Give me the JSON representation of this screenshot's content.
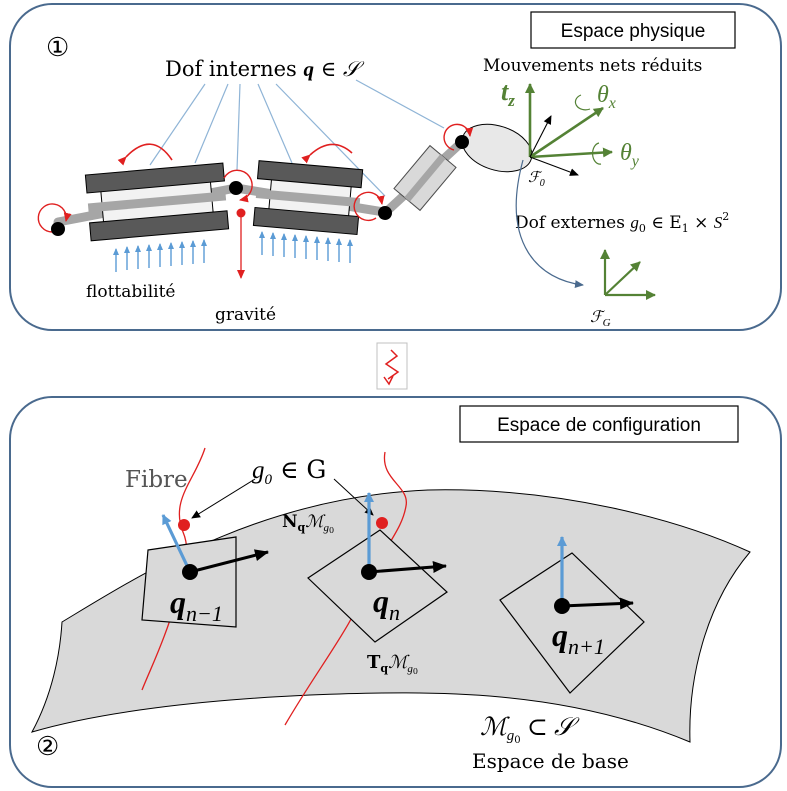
{
  "top_panel": {
    "badge": "①",
    "title": "Espace physique",
    "internal_dof_label_prefix": "Dof internes ",
    "internal_dof_q": "q",
    "internal_dof_in": " ∈ ",
    "internal_dof_set": "𝒮",
    "net_motions_label": "Mouvements nets réduits",
    "axis_tz_base": "t",
    "axis_tz_sub": "z",
    "axis_thx_base": "θ",
    "axis_thx_sub": "x",
    "axis_thy_base": "θ",
    "axis_thy_sub": "y",
    "frame_F0_base": "ℱ",
    "frame_F0_sub": "0",
    "external_dof_prefix": "Dof externes ",
    "external_dof_g": "g",
    "external_dof_g_sub": "0",
    "external_dof_rest": " ∈ E",
    "external_dof_e_sub": "1",
    "external_dof_times": " × ",
    "external_dof_s": "S",
    "external_dof_s_sup": "2",
    "frame_FG_base": "ℱ",
    "frame_FG_sub": "G",
    "buoyancy_label": "flottabilité",
    "gravity_label": "gravité"
  },
  "transition_icon": "squiggle-arrow-icon",
  "bottom_panel": {
    "badge": "②",
    "title": "Espace de configuration",
    "fiber_label": "Fibre",
    "g0_base": "g",
    "g0_sub": "0",
    "g0_rest": " ∈ G",
    "normal_space_N": "N",
    "normal_space_q": "q",
    "normal_space_M": "ℳ",
    "normal_space_g": "g",
    "normal_space_g_sub": "0",
    "tangent_space_T": "T",
    "tangent_space_q": "q",
    "tangent_space_M": "ℳ",
    "tangent_space_g": "g",
    "tangent_space_g_sub": "0",
    "q_nm1_base": "q",
    "q_nm1_sub": "n−1",
    "q_n_base": "q",
    "q_n_sub": "n",
    "q_np1_base": "q",
    "q_np1_sub": "n+1",
    "base_manifold_M": "ℳ",
    "base_manifold_g": "g",
    "base_manifold_g_sub": "0",
    "base_manifold_rest": " ⊂ 𝒮",
    "base_space_label": "Espace de base"
  },
  "colors": {
    "panel_border": "#4a6a8e",
    "red": "#e02020",
    "blue_arrow": "#5b9bd5",
    "green_axes": "#548235",
    "gray_surface": "#d9d9d9",
    "dark_slab": "#595959"
  }
}
